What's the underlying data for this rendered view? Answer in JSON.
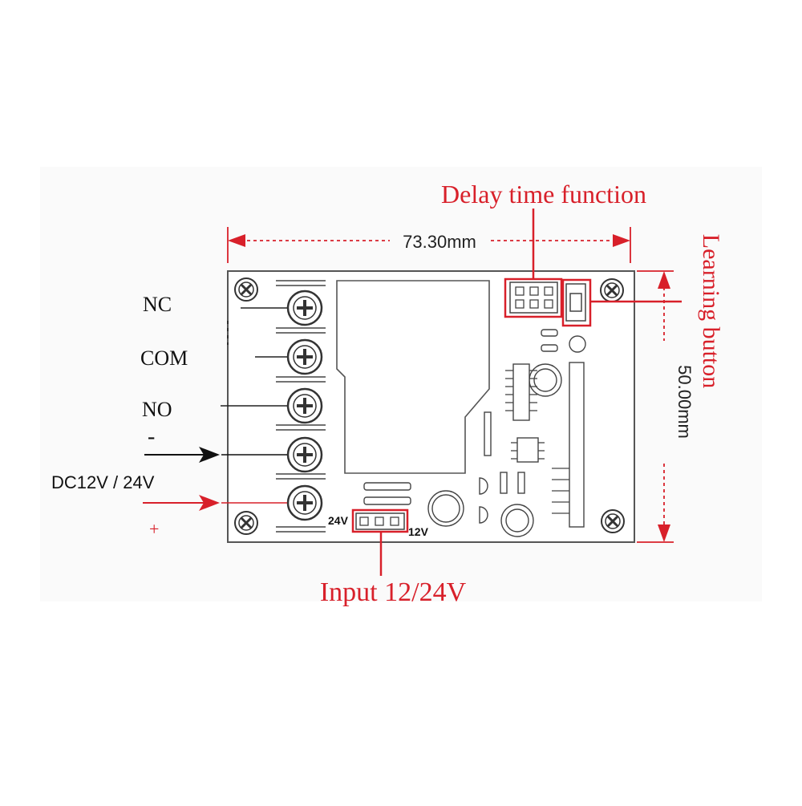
{
  "labels": {
    "delay_time_function": "Delay time function",
    "learning_button": "Learning button",
    "input": "Input 12/24V",
    "width_dim": "73.30mm",
    "height_dim": "50.00mm",
    "nc": "NC",
    "com": "COM",
    "no": "NO",
    "minus": "-",
    "plus": "+",
    "dc": "DC12V / 24V",
    "v24": "24V",
    "v12": "12V"
  },
  "colors": {
    "accent_red": "#d8202a",
    "line_dark": "#222222",
    "board_line": "#555555"
  }
}
